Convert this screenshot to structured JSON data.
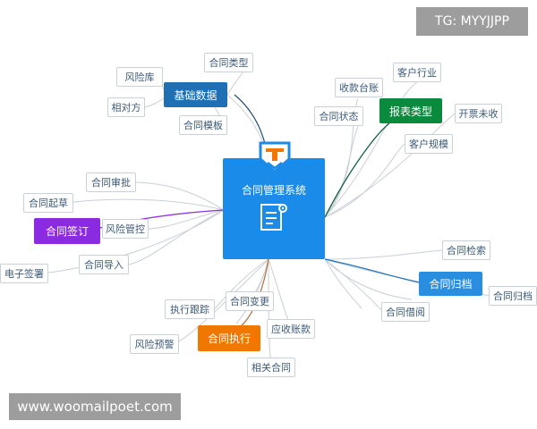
{
  "title": "合同管理系统",
  "watermark_top": "TG: MYYJJPP",
  "watermark_bottom": "www.woomailpoet.com",
  "colors": {
    "line": "#c9cfd6",
    "center": "#1a8be8",
    "blue": "#1f6fb5",
    "green": "#0a8a3c",
    "purple": "#8a2be2",
    "orange": "#f07800",
    "light": "#2a8ee0"
  },
  "branches": {
    "basic": {
      "label": "基础数据",
      "children": [
        "合同类型",
        "风险库",
        "相对方",
        "合同模板"
      ]
    },
    "report": {
      "label": "报表类型",
      "children": [
        "收款台账",
        "客户行业",
        "合同状态",
        "开票未收",
        "客户规模"
      ]
    },
    "sign": {
      "label": "合同签订",
      "children": [
        "合同审批",
        "合同起草",
        "风险管控",
        "合同导入",
        "电子签署"
      ]
    },
    "archive": {
      "label": "合同归档",
      "children": [
        "合同检索",
        "合同归档",
        "合同借阅"
      ]
    },
    "execute": {
      "label": "合同执行",
      "children": [
        "执行跟踪",
        "合同变更",
        "应收账款",
        "风险预警",
        "相关合同"
      ]
    }
  }
}
